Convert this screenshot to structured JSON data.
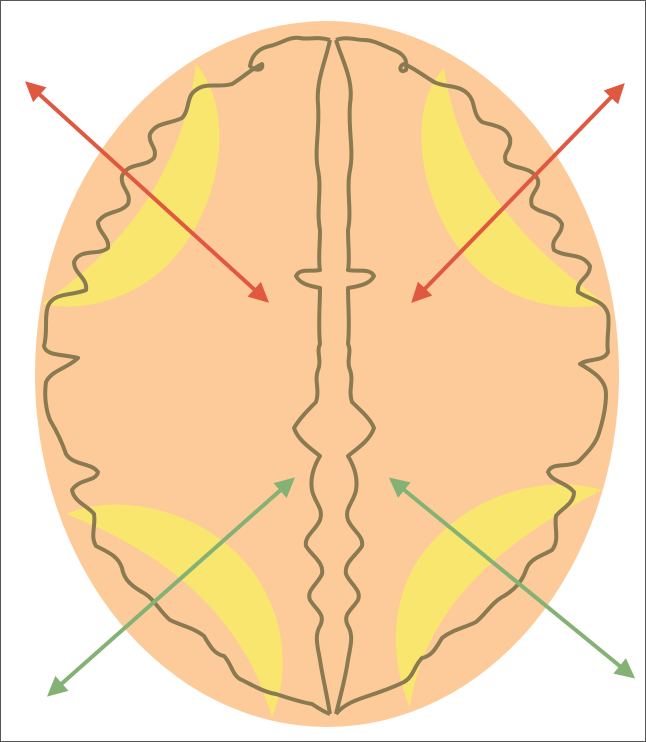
{
  "diagram": {
    "shapes": {
      "head": "ellipse",
      "brain_outline": "gyri outline",
      "crescent_count": 4,
      "arrow_count": 4
    },
    "colors": {
      "background": "#ffffff",
      "border": "#555555",
      "head_fill": "#fccb99",
      "brain_outline": "#8a7a52",
      "crescent_fill": "#f8e66f",
      "arrow_red": "#e0583f",
      "arrow_green": "#84b275"
    },
    "arrows": [
      {
        "id": "top-left",
        "color": "arrow_red",
        "style": "double-headed"
      },
      {
        "id": "top-right",
        "color": "arrow_red",
        "style": "double-headed"
      },
      {
        "id": "bottom-left",
        "color": "arrow_green",
        "style": "double-headed"
      },
      {
        "id": "bottom-right",
        "color": "arrow_green",
        "style": "double-headed"
      }
    ]
  }
}
